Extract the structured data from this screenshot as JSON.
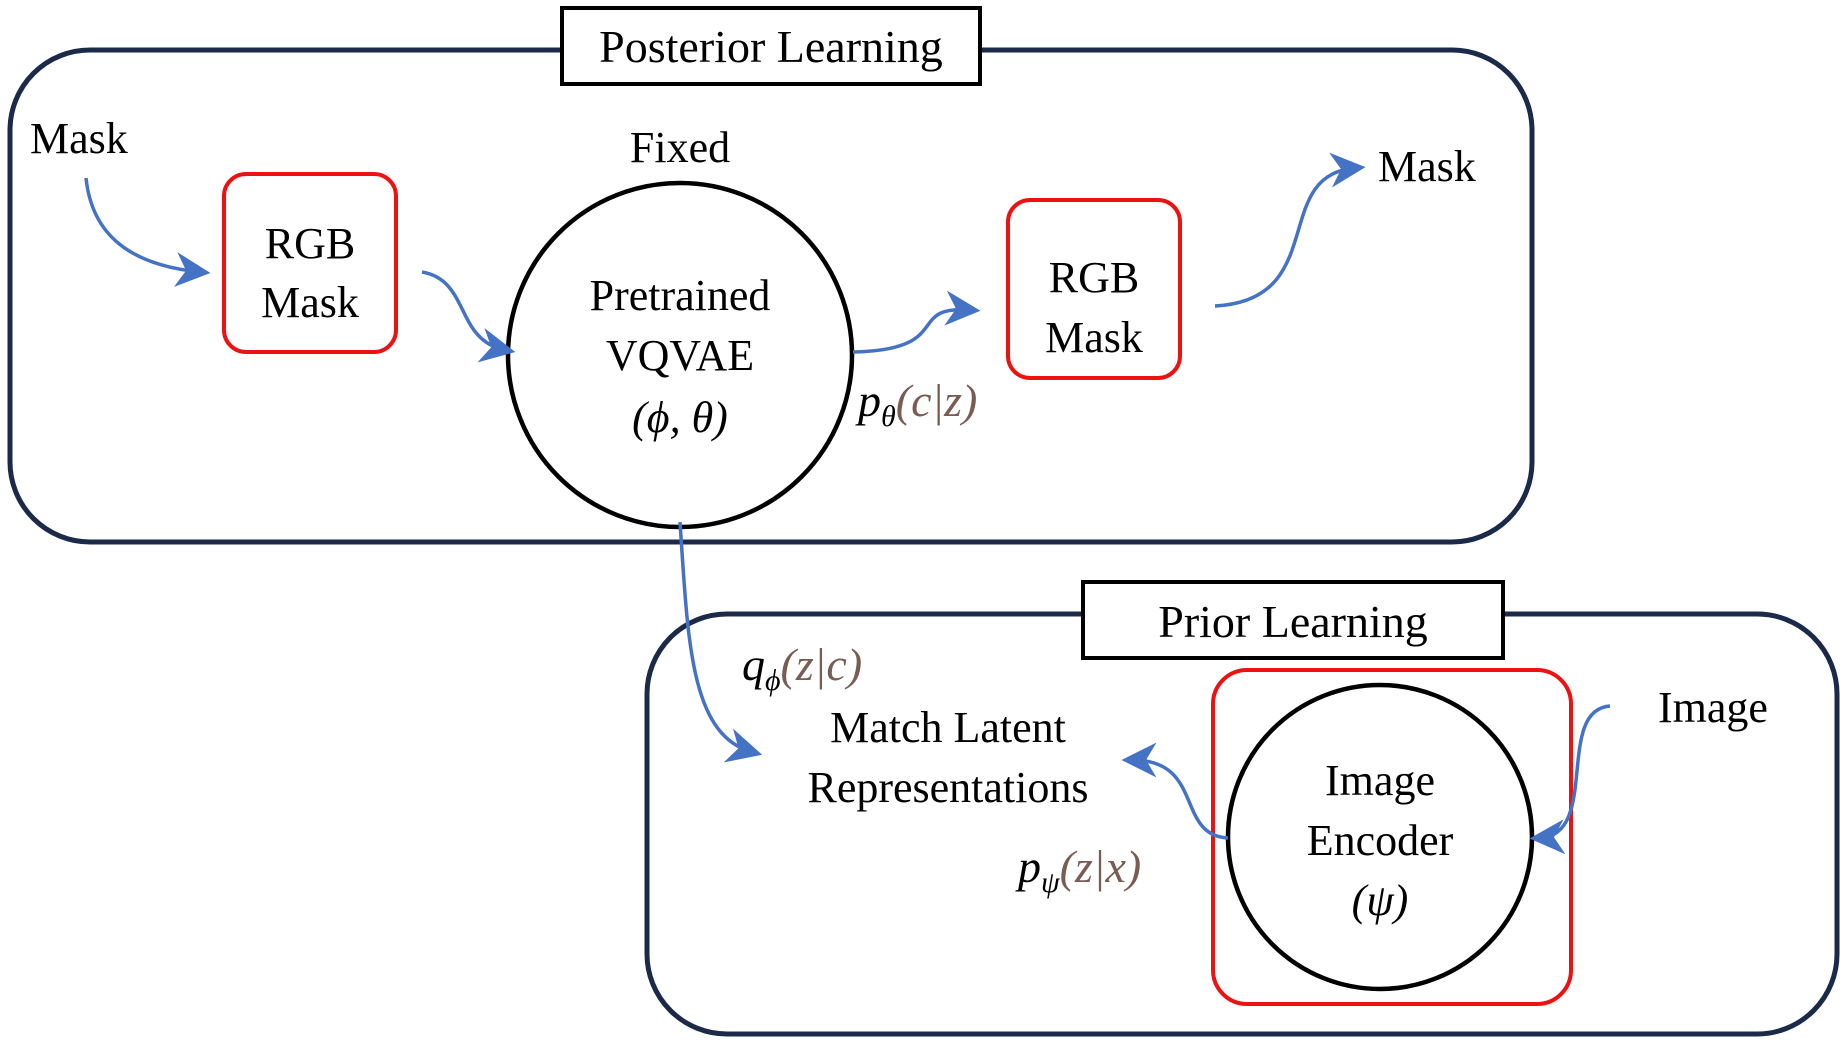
{
  "posterior": {
    "title": "Posterior Learning",
    "input_label": "Mask",
    "fixed_label": "Fixed",
    "left_box": {
      "line1": "RGB",
      "line2": "Mask"
    },
    "vqvae": {
      "line1": "Pretrained",
      "line2": "VQVAE",
      "line3": "(ϕ, θ)"
    },
    "decoder_label": {
      "p": "p",
      "sub": "θ",
      "args": "(c|z)"
    },
    "right_box": {
      "line1": "RGB",
      "line2": "Mask"
    },
    "output_label": "Mask"
  },
  "prior": {
    "title": "Prior Learning",
    "encoder_label": {
      "q": "q",
      "sub": "ϕ",
      "args": "(z|c)"
    },
    "match": {
      "line1": "Match Latent",
      "line2": "Representations"
    },
    "image_encoder": {
      "line1": "Image",
      "line2": "Encoder",
      "line3": "(ψ)"
    },
    "image_label": {
      "p": "p",
      "sub": "ψ",
      "args": "(z|x)"
    },
    "input_label": "Image"
  },
  "colors": {
    "arrow": "#4472c4",
    "red_box": "#ee1111",
    "panel_border": "#1c2a4a"
  }
}
